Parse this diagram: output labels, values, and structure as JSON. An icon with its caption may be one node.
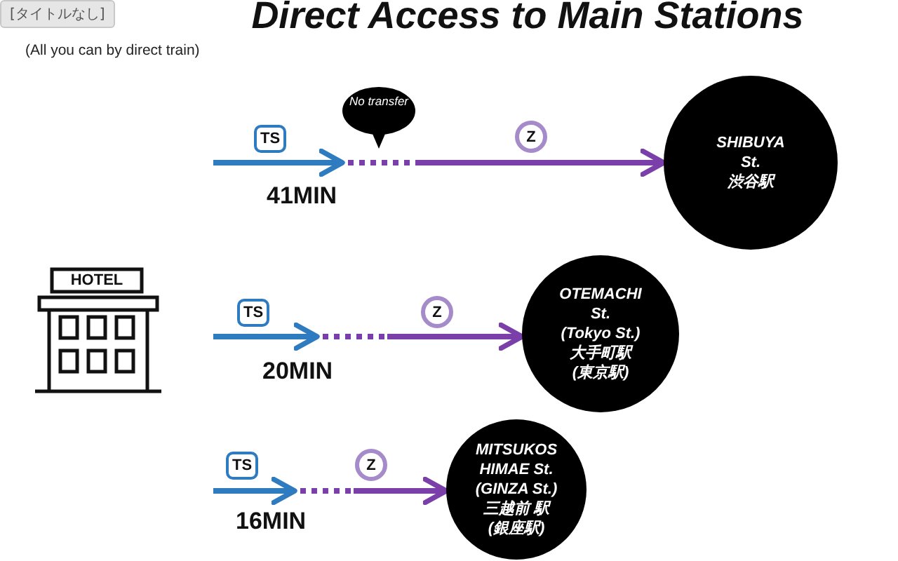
{
  "diagram": {
    "title": "Direct Access to Main Stations",
    "nodes": [
      {
        "text": [
          "HOTEL"
        ]
      },
      {
        "text": [
          "TS"
        ]
      },
      {
        "text": [
          "No transfer"
        ]
      },
      {
        "text": [
          "Z"
        ]
      },
      {
        "text": [
          "SHIBUYA St.",
          "渋谷駅"
        ]
      },
      {
        "text": [
          "TS"
        ]
      },
      {
        "text": [
          "Z"
        ]
      },
      {
        "text": [
          "OTEMACHI St.",
          "(Tokyo St.)",
          "大手町駅",
          "(東京駅)"
        ]
      },
      {
        "text": [
          "TS"
        ]
      },
      {
        "text": [
          "Z"
        ]
      },
      {
        "text": [
          "MITSUKOS HIMAE St.",
          "(GINZA St.)",
          "三越前 駅",
          "(銀座駅)"
        ]
      }
    ],
    "edges": [
      {
        "from": null,
        "to": 4,
        "arrow": "to",
        "label": "41MIN"
      },
      {
        "from": null,
        "to": 7,
        "arrow": "to",
        "label": "20MIN"
      },
      {
        "from": null,
        "to": 10,
        "arrow": "to",
        "label": "16MIN"
      }
    ],
    "labels": [
      "[タイトルなし]",
      "(All you can by direct train)"
    ]
  }
}
